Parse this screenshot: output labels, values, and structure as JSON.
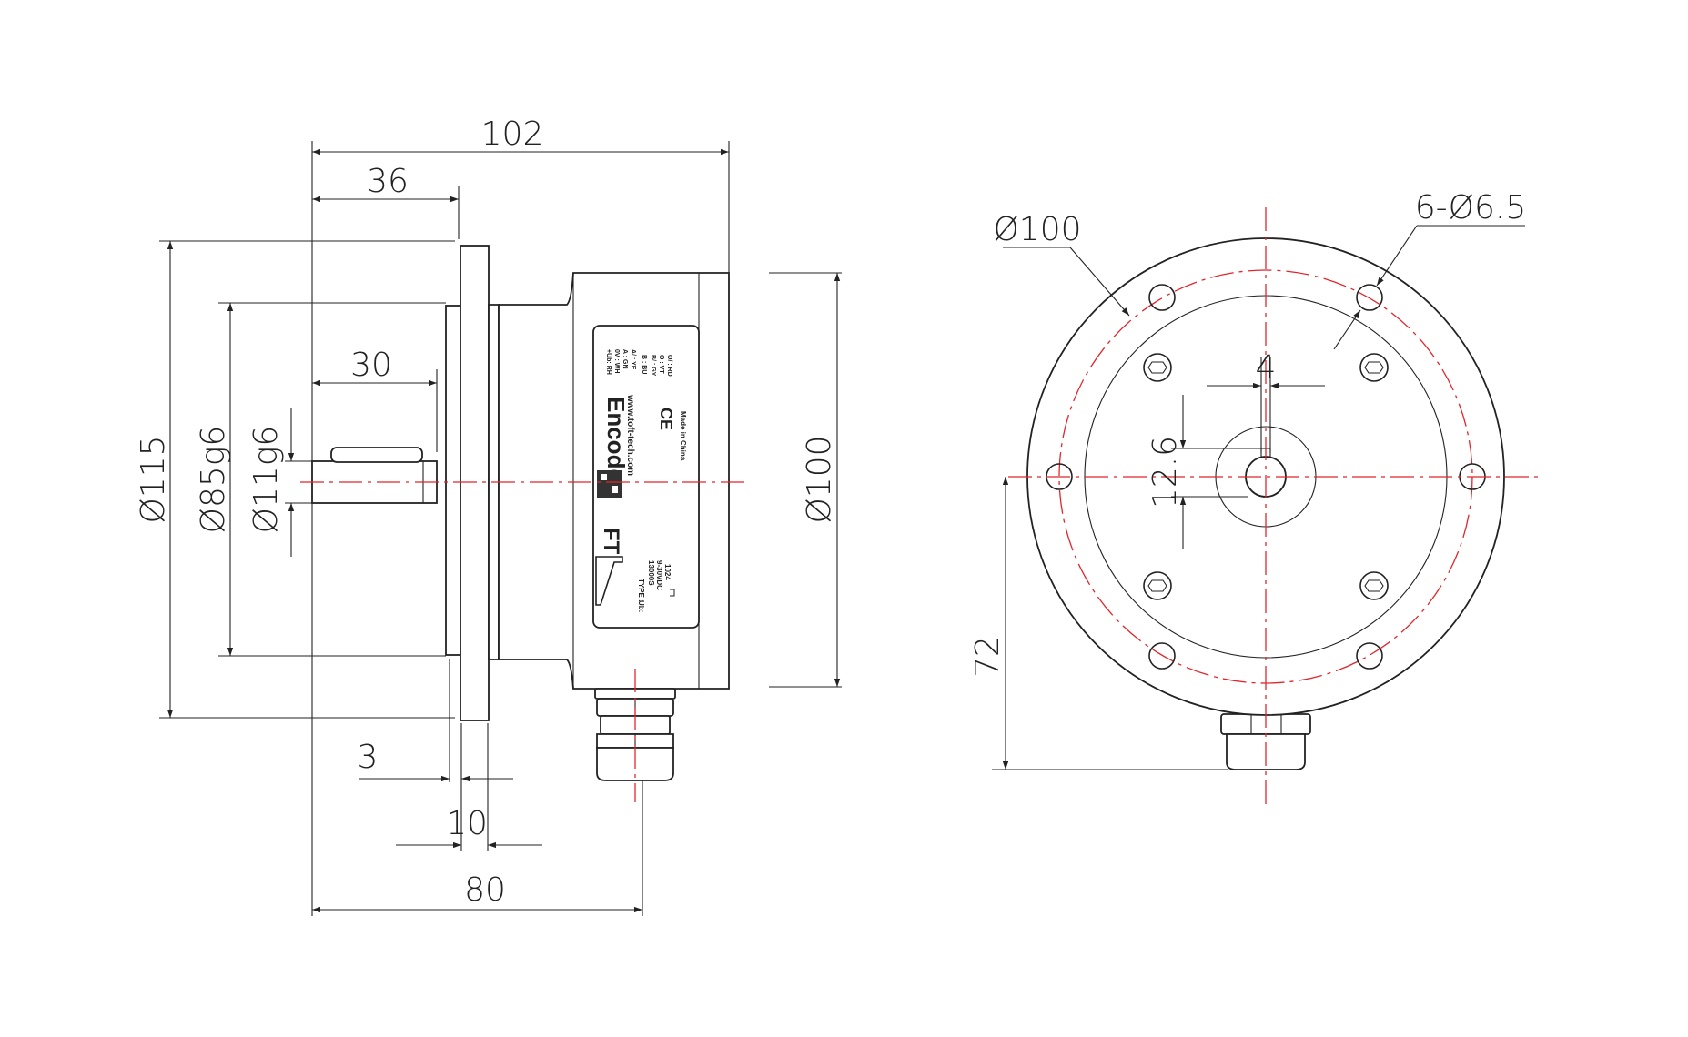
{
  "side_view": {
    "dims": {
      "overall_length": "102",
      "flange_offset": "36",
      "shaft_length": "30",
      "flange_dia": "Ø115",
      "pilot_dia": "Ø85g6",
      "shaft_dia": "Ø11g6",
      "body_dia": "Ø100",
      "pilot_depth": "3",
      "flange_thickness": "10",
      "body_length": "80"
    },
    "label": {
      "product": "Encoder",
      "website": "www.toft-tech.com",
      "origin": "Made in China",
      "ce_mark": "CE",
      "brand": "FT",
      "type_line": "TYPE :",
      "type_value": "13000S",
      "voltage_label": "Ub:",
      "voltage_value": "9-30VDC",
      "resolution_value": "1024",
      "wiring": [
        "+Ub: RH",
        "0V : WH",
        "A : GN",
        "A/ : YE",
        "B : BU",
        "B/ : GY",
        "O : VT",
        "O/ : RD"
      ]
    }
  },
  "front_view": {
    "dims": {
      "hole_circle": "Ø100",
      "holes": "6-Ø6.5",
      "key_width": "4",
      "key_height": "12.6",
      "cable_height": "72"
    }
  },
  "colors": {
    "centerline": "#e0262b",
    "lines": "#222222"
  }
}
